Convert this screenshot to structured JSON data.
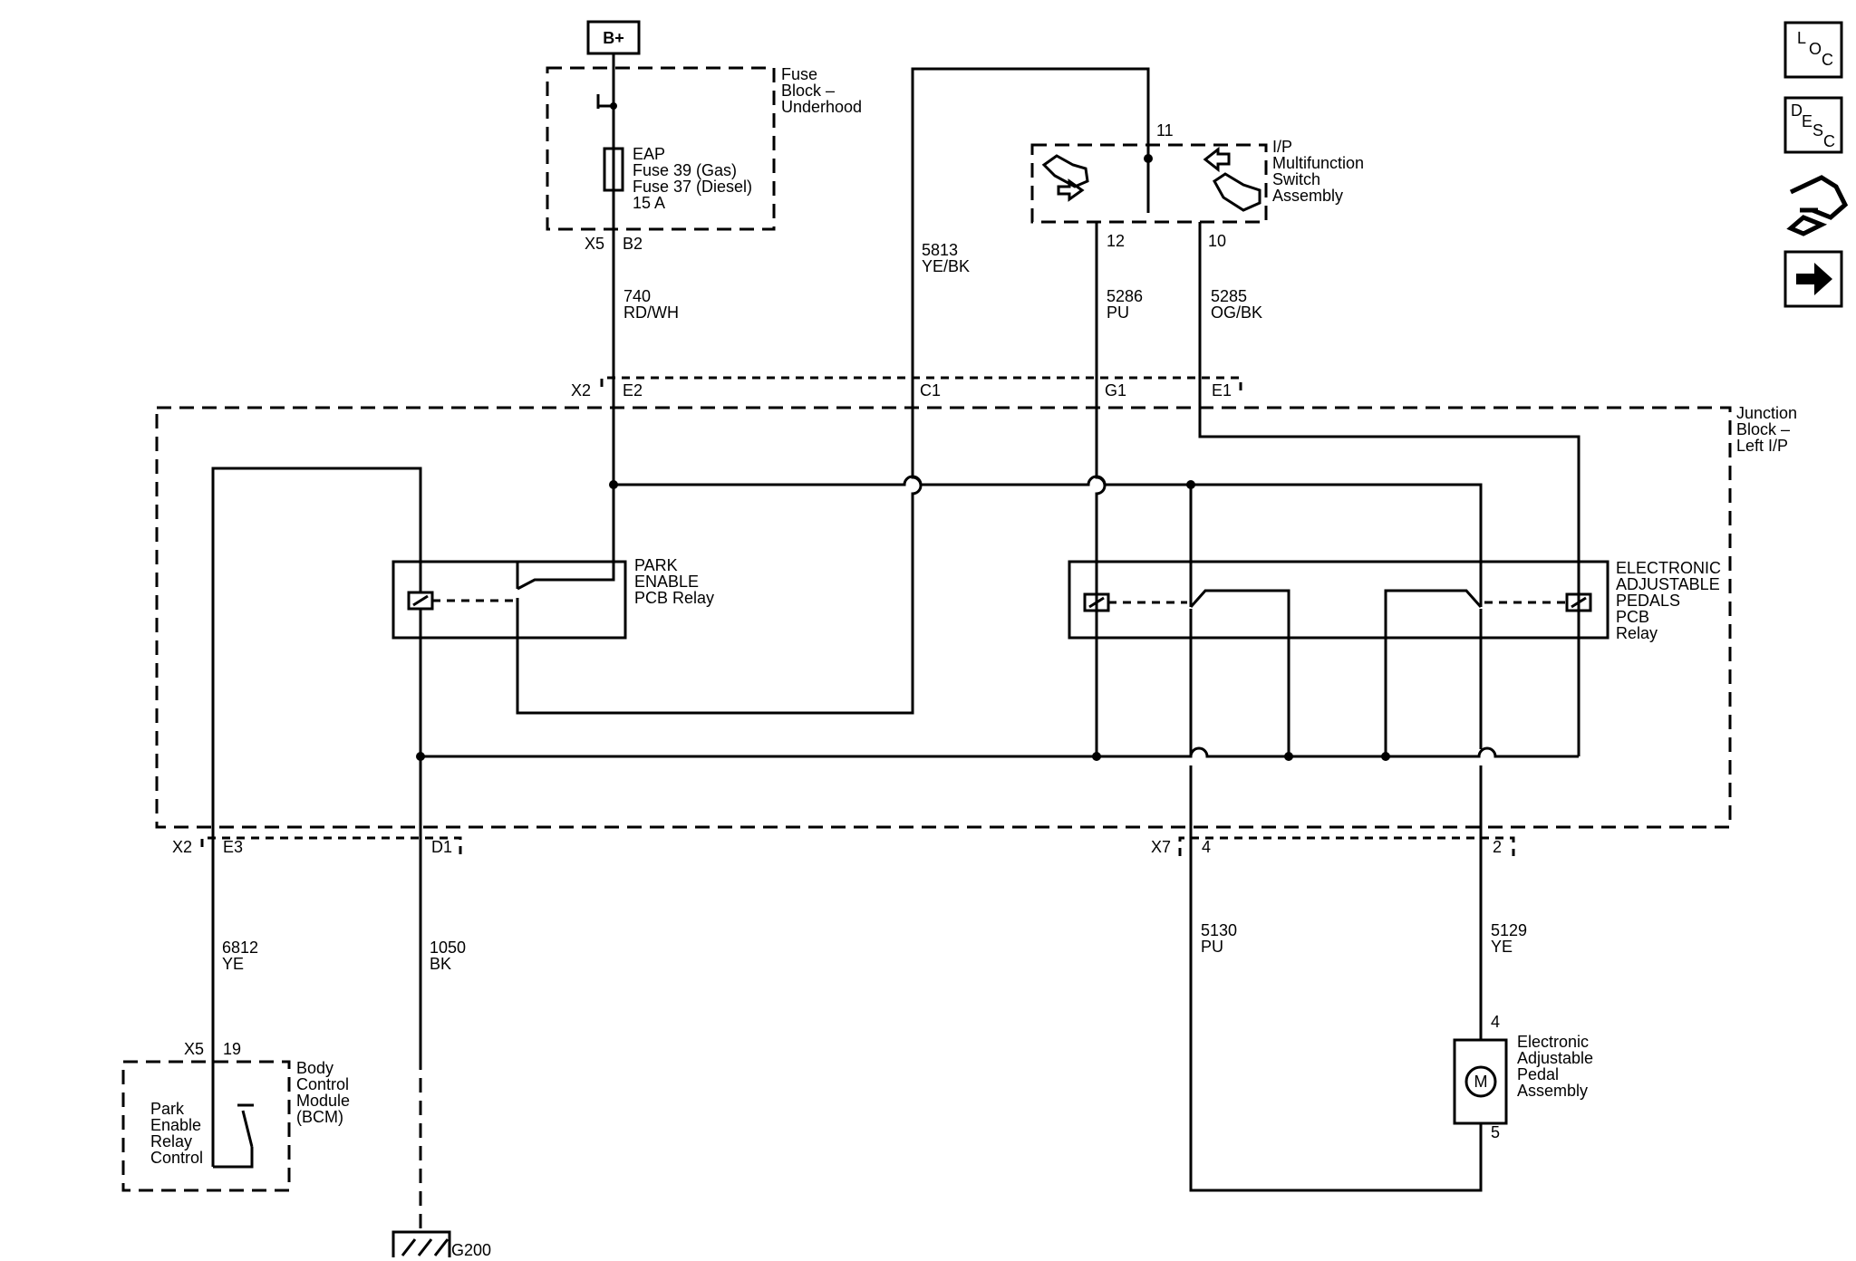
{
  "supply": {
    "label": "B+"
  },
  "fuse_block": {
    "title": [
      "Fuse",
      "Block –",
      "Underhood"
    ],
    "fuse_lines": [
      "EAP",
      "Fuse 39 (Gas)",
      "Fuse 37 (Diesel)",
      "15 A"
    ],
    "connector": "X5",
    "pin": "B2"
  },
  "wires": {
    "w740": {
      "num": "740",
      "color": "RD/WH"
    },
    "w5813": {
      "num": "5813",
      "color": "YE/BK"
    },
    "w5286": {
      "num": "5286",
      "color": "PU"
    },
    "w5285": {
      "num": "5285",
      "color": "OG/BK"
    },
    "w6812": {
      "num": "6812",
      "color": "YE"
    },
    "w1050": {
      "num": "1050",
      "color": "BK"
    },
    "w5130": {
      "num": "5130",
      "color": "PU"
    },
    "w5129": {
      "num": "5129",
      "color": "YE"
    }
  },
  "switch_assembly": {
    "title": [
      "I/P",
      "Multifunction",
      "Switch",
      "Assembly"
    ],
    "pins": {
      "p11": "11",
      "p12": "12",
      "p10": "10"
    }
  },
  "junction_block": {
    "title": [
      "Junction",
      "Block –",
      "Left I/P"
    ],
    "top_connector": "X2",
    "top_pins": {
      "e2": "E2",
      "c1": "C1",
      "g1": "G1",
      "e1": "E1"
    },
    "bottom_left_connector": "X2",
    "bottom_left_pins": {
      "e3": "E3",
      "d1": "D1"
    },
    "bottom_right_connector": "X7",
    "bottom_right_pins": {
      "p4": "4",
      "p2": "2"
    }
  },
  "park_relay": {
    "title": [
      "PARK",
      "ENABLE",
      "PCB Relay"
    ]
  },
  "eap_relay": {
    "title": [
      "ELECTRONIC",
      "ADJUSTABLE",
      "PEDALS",
      "PCB",
      "Relay"
    ]
  },
  "bcm": {
    "title": [
      "Body",
      "Control",
      "Module",
      "(BCM)"
    ],
    "inner": [
      "Park",
      "Enable",
      "Relay",
      "Control"
    ],
    "connector": "X5",
    "pin": "19"
  },
  "ground": {
    "label": "G200"
  },
  "motor": {
    "symbol": "M",
    "title": [
      "Electronic",
      "Adjustable",
      "Pedal",
      "Assembly"
    ],
    "pin_top": "4",
    "pin_bottom": "5"
  },
  "side_icons": [
    {
      "name": "loc-icon",
      "letters": [
        "L",
        "O",
        "C"
      ]
    },
    {
      "name": "desc-icon",
      "letters": [
        "D",
        "E",
        "S",
        "C"
      ]
    },
    {
      "name": "connector-icon"
    },
    {
      "name": "next-arrow-icon"
    }
  ]
}
